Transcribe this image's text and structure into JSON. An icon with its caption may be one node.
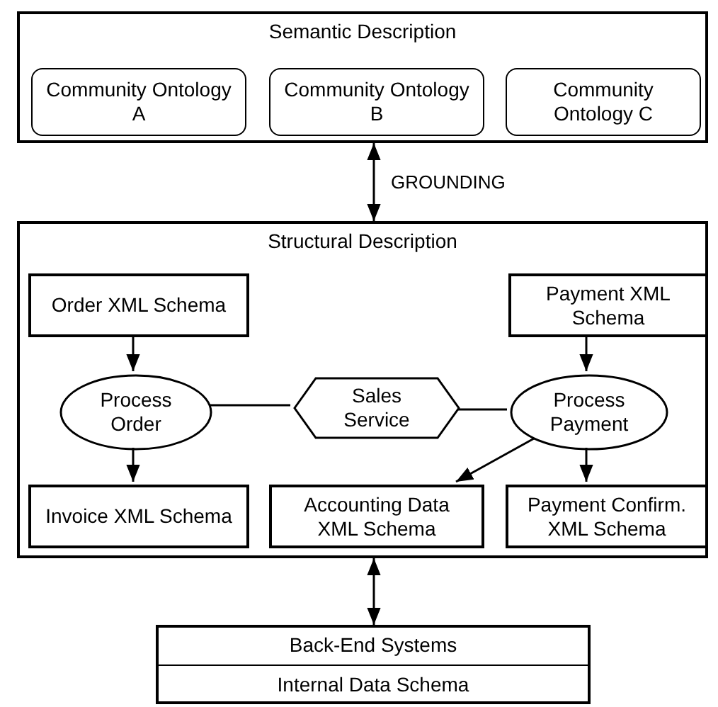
{
  "diagram": {
    "nodes": [
      {
        "text": [
          "Semantic Description"
        ]
      },
      {
        "text": [
          "Community Ontology A"
        ],
        "in": 0
      },
      {
        "text": [
          "Community Ontology B"
        ],
        "in": 0
      },
      {
        "text": [
          "Community Ontology C"
        ],
        "in": 0
      },
      {
        "text": [
          "Structural Description"
        ]
      },
      {
        "text": [
          "Order XML Schema"
        ],
        "in": 4
      },
      {
        "text": [
          "Payment XML Schema"
        ],
        "in": 4
      },
      {
        "text": [
          "Process Order"
        ],
        "in": 4
      },
      {
        "text": [
          "Sales Service"
        ],
        "in": 4
      },
      {
        "text": [
          "Process Payment"
        ],
        "in": 4
      },
      {
        "text": [
          "Invoice XML Schema"
        ],
        "in": 4
      },
      {
        "text": [
          "Accounting Data XML Schema"
        ],
        "in": 4
      },
      {
        "text": [
          "Payment Confirm. XML Schema"
        ],
        "in": 4
      },
      {
        "text": [
          "Back-End Systems",
          "Internal Data Schema"
        ]
      }
    ],
    "edges": [
      {
        "from": 0,
        "to": 4,
        "arrow": "both",
        "label": "GROUNDING"
      },
      {
        "from": 5,
        "to": 7,
        "arrow": "to"
      },
      {
        "from": 6,
        "to": 9,
        "arrow": "to"
      },
      {
        "from": 7,
        "to": 8,
        "arrow": "none"
      },
      {
        "from": 8,
        "to": 9,
        "arrow": "none"
      },
      {
        "from": 7,
        "to": 10,
        "arrow": "to"
      },
      {
        "from": 9,
        "to": 11,
        "arrow": "to"
      },
      {
        "from": 9,
        "to": 12,
        "arrow": "to"
      },
      {
        "from": 4,
        "to": 13,
        "arrow": "both"
      }
    ]
  }
}
